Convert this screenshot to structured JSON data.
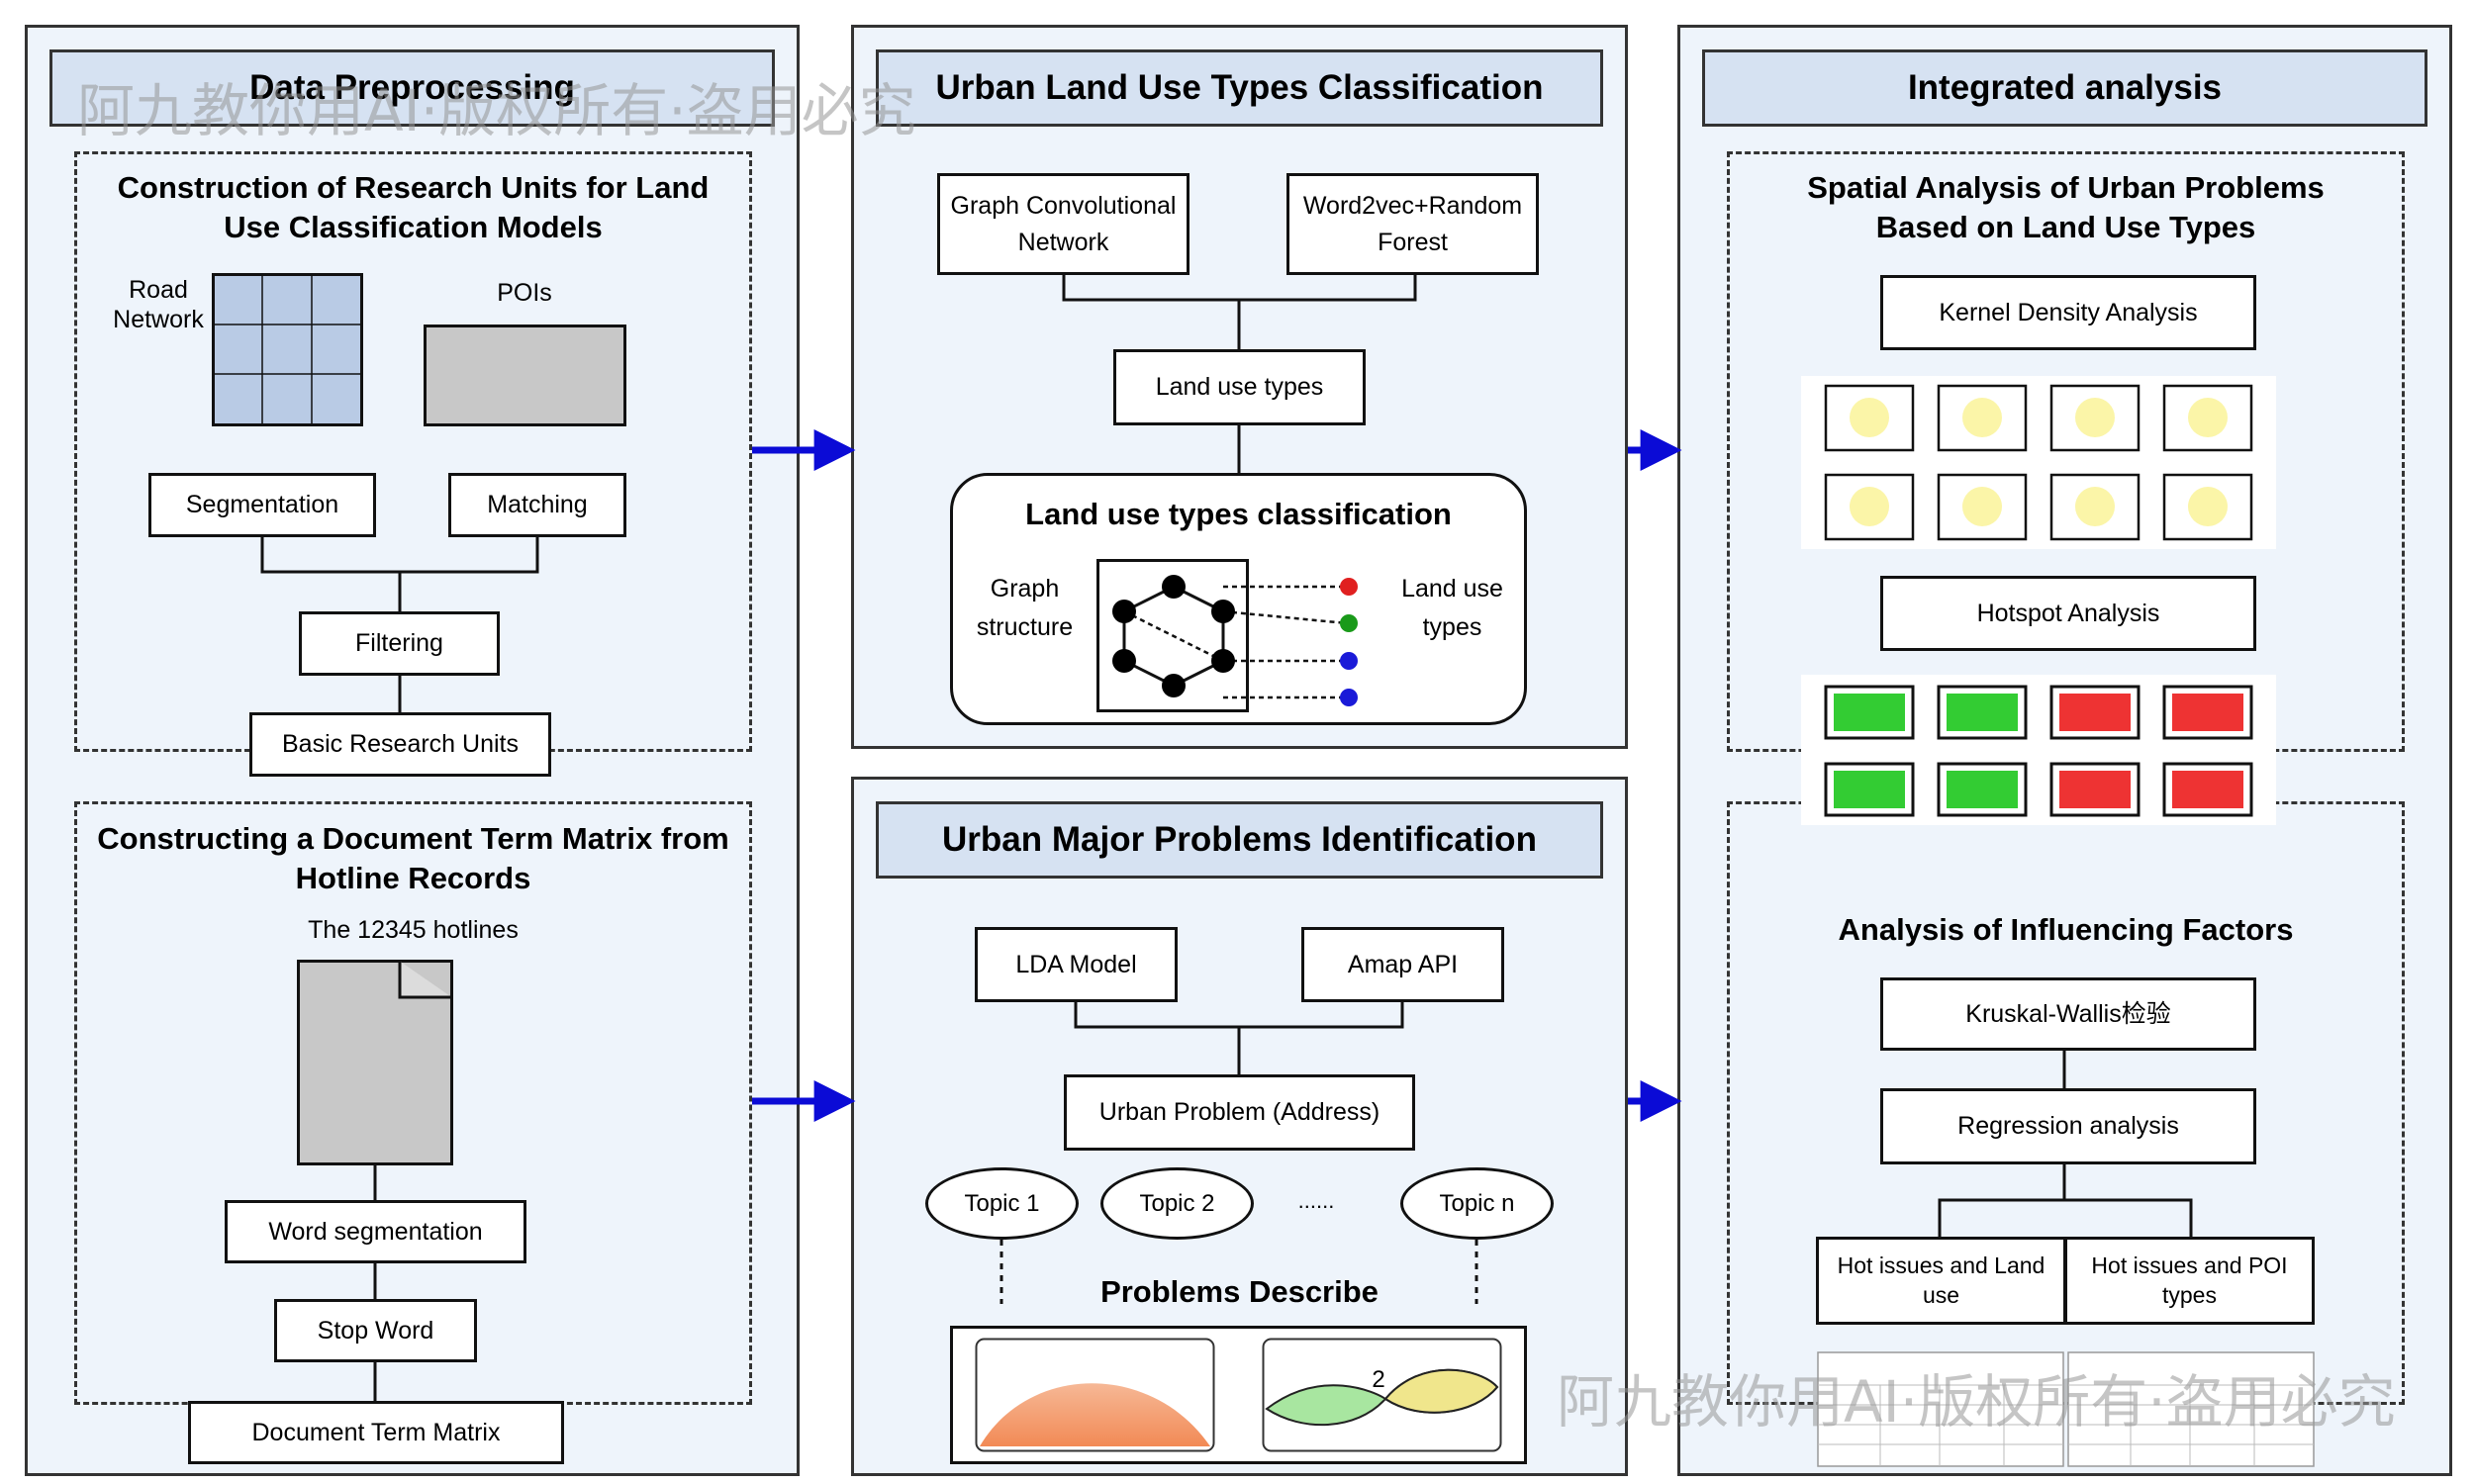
{
  "panels": {
    "preprocessing": {
      "header": "Data Preprocessing",
      "research_units": {
        "title": "Construction of Research Units for Land Use Classification Models",
        "road_network_label": "Road Network",
        "pois_label": "POIs",
        "segmentation": "Segmentation",
        "matching": "Matching",
        "filtering": "Filtering",
        "basic_units": "Basic Research Units"
      },
      "doc_matrix": {
        "title": "Constructing a Document Term Matrix from Hotline Records",
        "hotlines_label": "The 12345 hotlines",
        "word_segmentation": "Word segmentation",
        "stop_word": "Stop Word",
        "dtm": "Document Term Matrix"
      }
    },
    "classification": {
      "header": "Urban Land Use Types Classification",
      "gcn": "Graph Convolutional Network",
      "w2v": "Word2vec+Random Forest",
      "land_use_types": "Land use types",
      "inner_title": "Land use types classification",
      "graph_structure": "Graph structure",
      "land_use_types_label": "Land use types",
      "dot_colors": [
        "#e02020",
        "#1a9a1a",
        "#1a1ad8",
        "#1a1ad8"
      ]
    },
    "problems": {
      "header": "Urban Major Problems Identification",
      "lda": "LDA Model",
      "amap": "Amap API",
      "urban_problem": "Urban Problem (Address)",
      "topic1": "Topic 1",
      "topic2": "Topic 2",
      "ellipsis": "......",
      "topicn": "Topic n",
      "describe": "Problems Describe",
      "chart_number": "2"
    },
    "integrated": {
      "header": "Integrated analysis",
      "spatial_title": "Spatial Analysis of Urban Problems Based on Land Use Types",
      "kernel_density": "Kernel Density Analysis",
      "hotspot": "Hotspot Analysis",
      "hotspot_colors": [
        "#33cc33",
        "#33cc33",
        "#ee3333",
        "#ee3333"
      ],
      "factors_title": "Analysis of Influencing Factors",
      "kruskal": "Kruskal-Wallis检验",
      "regression": "Regression analysis",
      "hot_land": "Hot issues and Land use",
      "hot_poi": "Hot issues and POI types"
    }
  },
  "watermark": "阿九教你用AI·版权所有·盗用必究",
  "colors": {
    "arrow": "#0b0bd6",
    "panel_bg": "#eef4fb",
    "header_bg": "#d6e2f2"
  }
}
